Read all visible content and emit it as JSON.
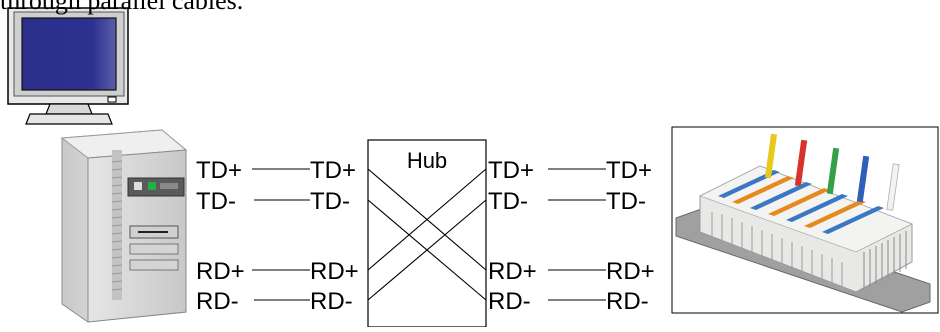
{
  "caption": "through parallel cables.",
  "hub": {
    "label": "Hub"
  },
  "pc_side": {
    "left_labels": [
      "TD+",
      "TD-",
      "RD+",
      "RD-"
    ],
    "hub_labels": [
      "TD+",
      "TD-",
      "RD+",
      "RD-"
    ]
  },
  "device_side": {
    "hub_labels": [
      "TD+",
      "TD-",
      "RD+",
      "RD-"
    ],
    "right_labels": [
      "TD+",
      "TD-",
      "RD+",
      "RD-"
    ]
  },
  "colors": {
    "monitor_screen": "#2b2f86",
    "tower_body": "#d9d9d9",
    "rail": "#9a9a9a",
    "terminal_block": "#e7e7e5",
    "stripe_blue": "#3a78c6",
    "stripe_orange": "#e48a1e",
    "marker_yellow": "#e8c81a",
    "marker_red": "#d8322c",
    "marker_green": "#34a04a",
    "marker_blue": "#2f5fb8",
    "marker_white": "#f2f2f2"
  }
}
